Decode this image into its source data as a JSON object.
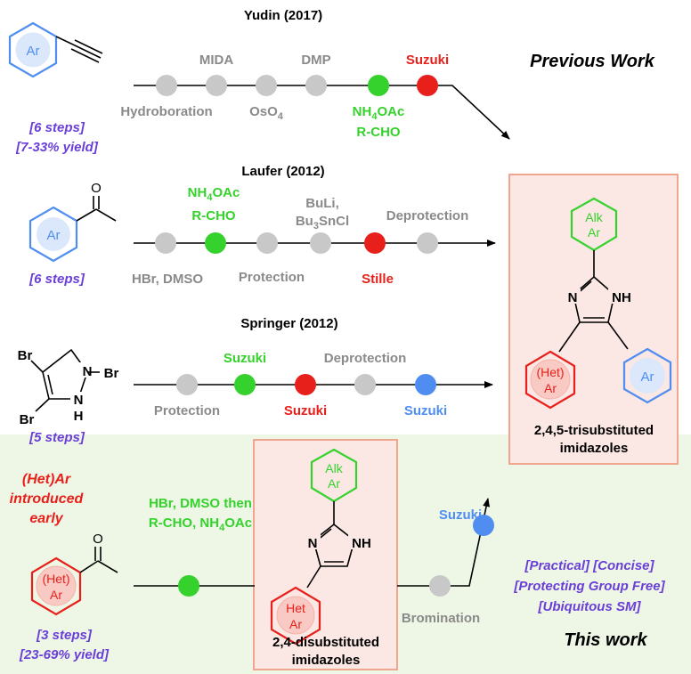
{
  "colors": {
    "grey_node": "#c8c8c8",
    "green": "#35d12c",
    "red": "#e8201b",
    "blue": "#4f8ef0",
    "label_grey": "#8a8a8a",
    "purple": "#6a3fd8",
    "highlight_fill": "#fbe7e3",
    "highlight_border": "#f0a58f",
    "bottom_band": "#eef7e6"
  },
  "yudin": {
    "title": "Yudin (2017)",
    "substituent": "Ar",
    "steps": "[6 steps]",
    "yield": "[7-33% yield]",
    "labels": {
      "mida": "MIDA",
      "dmp": "DMP",
      "suzuki": "Suzuki",
      "hydroboration": "Hydroboration",
      "os": "OsO",
      "os_sub": "4",
      "nh4oac_a": "NH",
      "nh4oac_sub": "4",
      "nh4oac_b": "OAc",
      "rcho": "R-CHO"
    },
    "previous_work": "Previous Work"
  },
  "laufer": {
    "title": "Laufer (2012)",
    "substituent": "Ar",
    "carbonyl_o": "O",
    "steps": "[6 steps]",
    "labels": {
      "nh4oac_a": "NH",
      "nh4oac_sub": "4",
      "nh4oac_b": "OAc",
      "rcho": "R-CHO",
      "buli": "BuLi,",
      "bu3_a": "Bu",
      "bu3_sub": "3",
      "bu3_b": "SnCl",
      "deprotection": "Deprotection",
      "hbr": "HBr, DMSO",
      "protection": "Protection",
      "stille": "Stille"
    }
  },
  "springer": {
    "title": "Springer (2012)",
    "br1": "Br",
    "br2": "Br",
    "br3": "Br",
    "n": "N",
    "nh_n": "N",
    "nh_h": "H",
    "steps": "[5 steps]",
    "labels": {
      "suzuki_top": "Suzuki",
      "deprotection": "Deprotection",
      "protection": "Protection",
      "suzuki_red": "Suzuki",
      "suzuki_blue": "Suzuki"
    }
  },
  "target": {
    "alk_ar_1": "Alk",
    "alk_ar_2": "Ar",
    "n": "N",
    "nh": "NH",
    "het_ar_1": "(Het)",
    "het_ar_2": "Ar",
    "ar": "Ar",
    "caption_1": "2,4,5-trisubstituted",
    "caption_2": "imidazoles"
  },
  "this_work": {
    "early_1": "(Het)Ar",
    "early_2": "introduced",
    "early_3": "early",
    "substituent_1": "(Het)",
    "substituent_2": "Ar",
    "carbonyl_o": "O",
    "reagents_1": "HBr, DMSO then",
    "reagents_2": "R-CHO, NH",
    "reagents_2_sub": "4",
    "reagents_2_b": "OAc",
    "steps": "[3 steps]",
    "yield": "[23-69% yield]",
    "intermediate": {
      "alk_ar_1": "Alk",
      "alk_ar_2": "Ar",
      "n": "N",
      "nh": "NH",
      "het_ar_1": "Het",
      "het_ar_2": "Ar",
      "caption_1": "2,4-disubstituted",
      "caption_2": "imidazoles"
    },
    "bromination": "Bromination",
    "suzuki": "Suzuki",
    "features": [
      "[Practical] [Concise]",
      "[Protecting Group Free]",
      "[Ubiquitous SM]"
    ],
    "label": "This work"
  }
}
